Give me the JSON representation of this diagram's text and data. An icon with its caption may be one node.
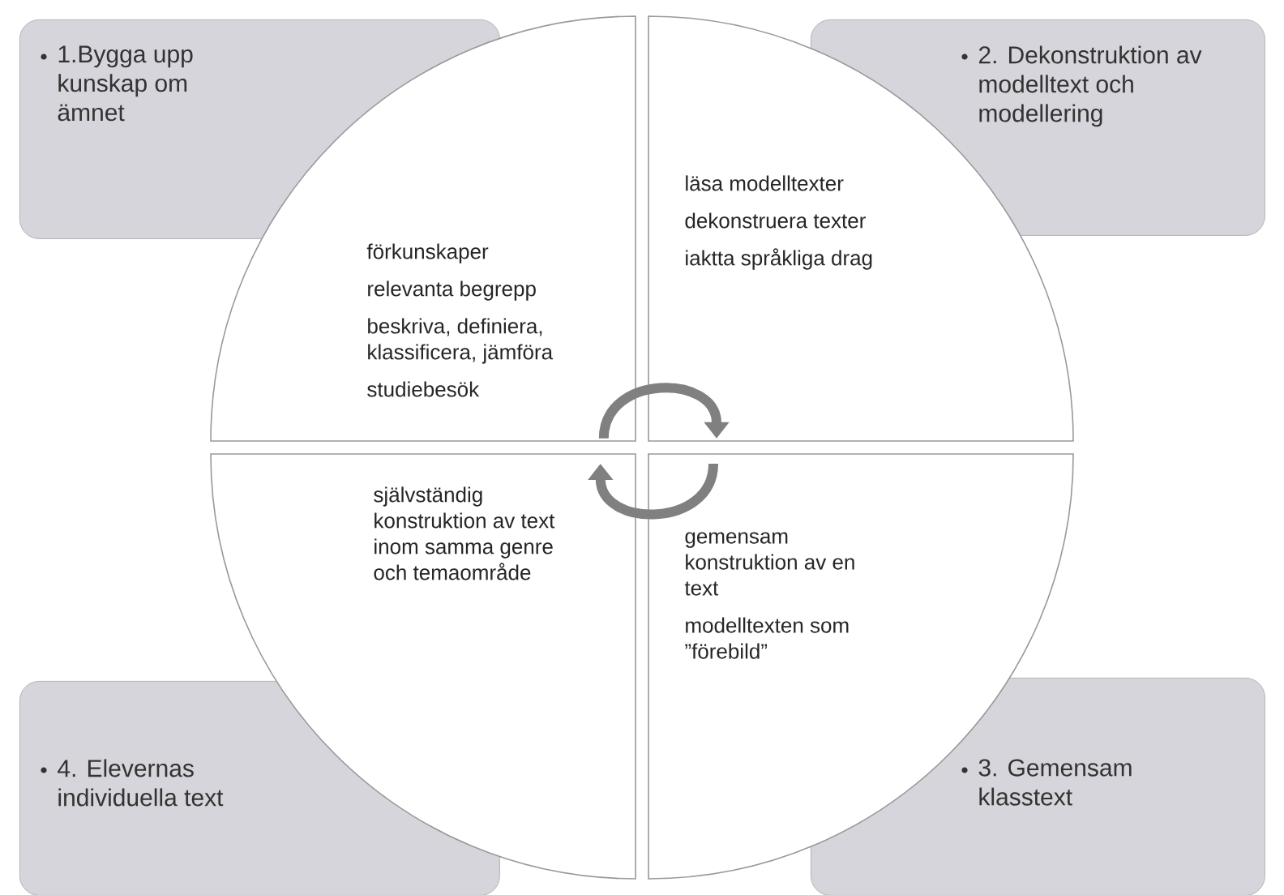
{
  "diagram": {
    "nodes": [
      {
        "text": [
          "1.Bygga upp kunskap om ämnet"
        ]
      },
      {
        "text": [
          "2. Dekonstruktion av modelltext och modellering"
        ]
      },
      {
        "text": [
          "förkunskaper",
          "relevanta begrepp",
          "beskriva, definiera, klassificera, jämföra",
          "studiebesök"
        ]
      },
      {
        "text": [
          "läsa modelltexter",
          "dekonstruera texter",
          "iaktta språkliga drag"
        ]
      },
      {
        "text": [
          "självständig konstruktion av text inom samma genre och temaområde"
        ]
      },
      {
        "text": [
          "gemensam konstruktion av en text",
          "modelltexten som ”förebild”"
        ]
      },
      {
        "text": [
          "4. Elevernas individuella text"
        ]
      },
      {
        "text": [
          "3. Gemensam klasstext"
        ]
      }
    ],
    "edges": [
      {
        "from": 2,
        "to": 3,
        "arrow": "to"
      },
      {
        "from": 5,
        "to": 4,
        "arrow": "to"
      }
    ]
  }
}
